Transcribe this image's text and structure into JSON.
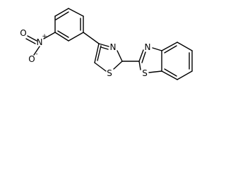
{
  "molecule": {
    "atom_labels": {
      "nitro_o_top": "O",
      "nitro_n": "N",
      "nitro_n_charge": "+",
      "nitro_o_bottom": "O",
      "nitro_o_bottom_charge": "-",
      "thiazole_n": "N",
      "thiazole_s": "S",
      "benzothiazole_n": "N",
      "benzothiazole_s": "S"
    }
  }
}
